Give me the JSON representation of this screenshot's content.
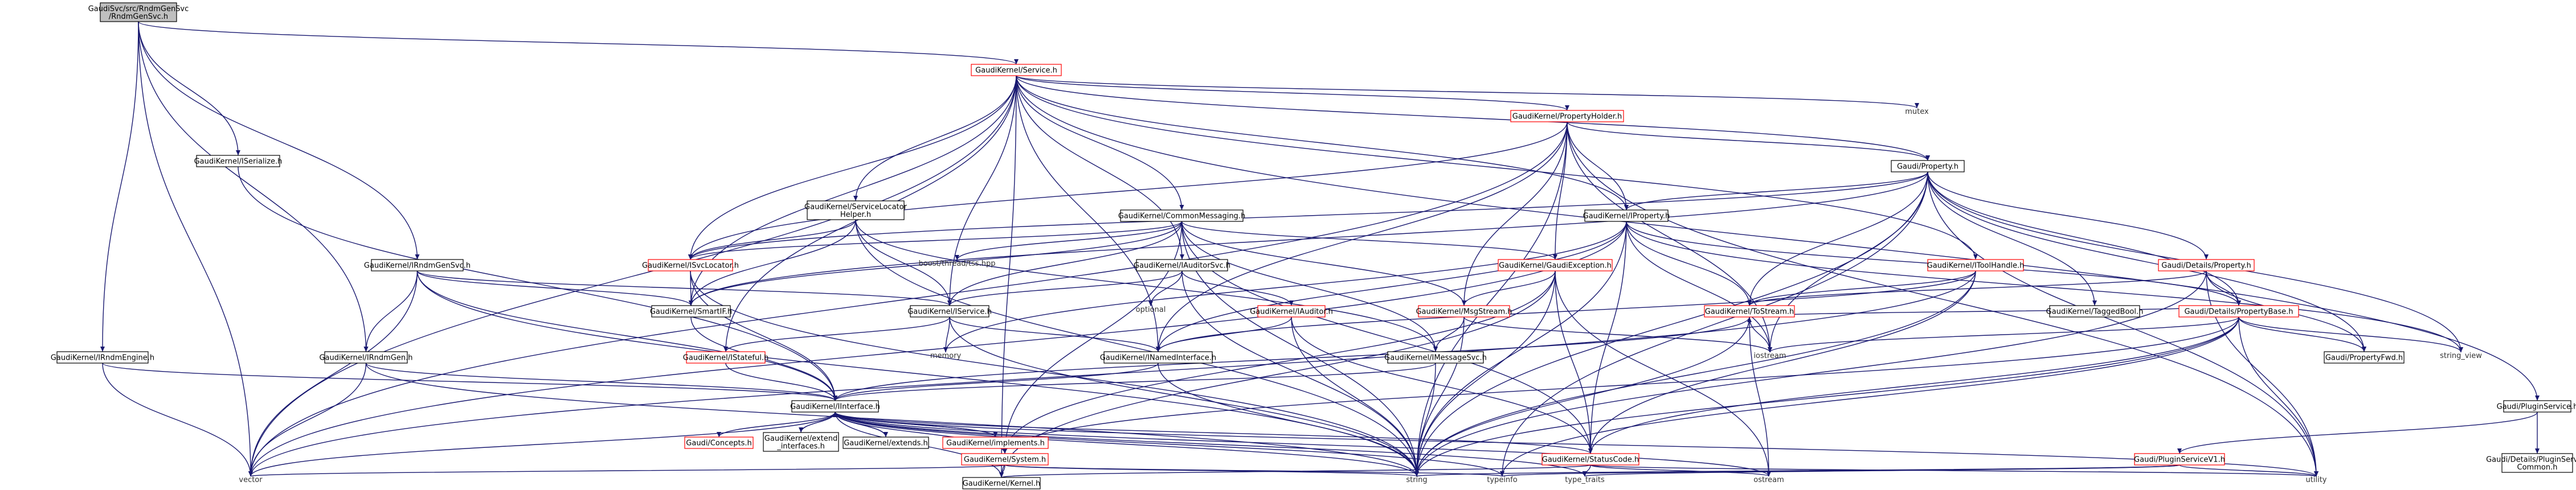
{
  "graph": {
    "root": [
      "GaudiSvc/src/RndmGenSvc",
      "/RndmGenSvc.h"
    ],
    "nodes": {
      "root": [
        "GaudiSvc/src/RndmGenSvc",
        "/RndmGenSvc.h"
      ],
      "service": [
        "GaudiKernel/Service.h"
      ],
      "iserialize": [
        "GaudiKernel/ISerialize.h"
      ],
      "irndmgensvc": [
        "GaudiKernel/IRndmGenSvc.h"
      ],
      "irndmengine": [
        "GaudiKernel/IRndmEngine.h"
      ],
      "irndmgen": [
        "GaudiKernel/IRndmGen.h"
      ],
      "propertyholder": [
        "GaudiKernel/PropertyHolder.h"
      ],
      "servicelocator": [
        "GaudiKernel/ServiceLocator",
        "Helper.h"
      ],
      "commonmessaging": [
        "GaudiKernel/CommonMessaging.h"
      ],
      "iauditorsvc": [
        "GaudiKernel/IAuditorSvc.h"
      ],
      "isvclocator": [
        "GaudiKernel/ISvcLocator.h"
      ],
      "smartif": [
        "GaudiKernel/SmartIF.h"
      ],
      "iservice": [
        "GaudiKernel/IService.h"
      ],
      "istateful": [
        "GaudiKernel/IStateful.h"
      ],
      "iauditor": [
        "GaudiKernel/IAuditor.h"
      ],
      "inamedinterface": [
        "GaudiKernel/INamedInterface.h"
      ],
      "iproperty": [
        "GaudiKernel/IProperty.h"
      ],
      "property": [
        "Gaudi/Property.h"
      ],
      "gaudiexception": [
        "GaudiKernel/GaudiException.h"
      ],
      "msgstream": [
        "GaudiKernel/MsgStream.h"
      ],
      "imessagesvc": [
        "GaudiKernel/IMessageSvc.h"
      ],
      "itoolhandle": [
        "GaudiKernel/IToolHandle.h"
      ],
      "detailsproperty": [
        "Gaudi/Details/Property.h"
      ],
      "tostream": [
        "GaudiKernel/ToStream.h"
      ],
      "taggedbool": [
        "GaudiKernel/TaggedBool.h"
      ],
      "propertybase": [
        "Gaudi/Details/PropertyBase.h"
      ],
      "propertyfwd": [
        "Gaudi/PropertyFwd.h"
      ],
      "iinterface": [
        "GaudiKernel/IInterface.h"
      ],
      "concepts": [
        "Gaudi/Concepts.h"
      ],
      "extendinterfaces": [
        "GaudiKernel/extend",
        "_interfaces.h"
      ],
      "extends": [
        "GaudiKernel/extends.h"
      ],
      "implements": [
        "GaudiKernel/implements.h"
      ],
      "system": [
        "GaudiKernel/System.h"
      ],
      "statuscode": [
        "GaudiKernel/StatusCode.h"
      ],
      "kernel": [
        "GaudiKernel/Kernel.h"
      ],
      "pluginservice": [
        "Gaudi/PluginService.h"
      ],
      "pluginservicev1": [
        "Gaudi/PluginServiceV1.h"
      ],
      "pluginservicecommon": [
        "Gaudi/Details/PluginService",
        "Common.h"
      ]
    },
    "plain_nodes": {
      "mutex": "mutex",
      "boostthread": "boost/thread/tss.hpp",
      "optional": "optional",
      "memory": "memory",
      "string_view": "string_view",
      "iostream": "iostream",
      "vector": "vector",
      "string": "string",
      "typeinfo": "typeinfo",
      "type_traits": "type_traits",
      "ostream": "ostream",
      "utility": "utility"
    }
  }
}
